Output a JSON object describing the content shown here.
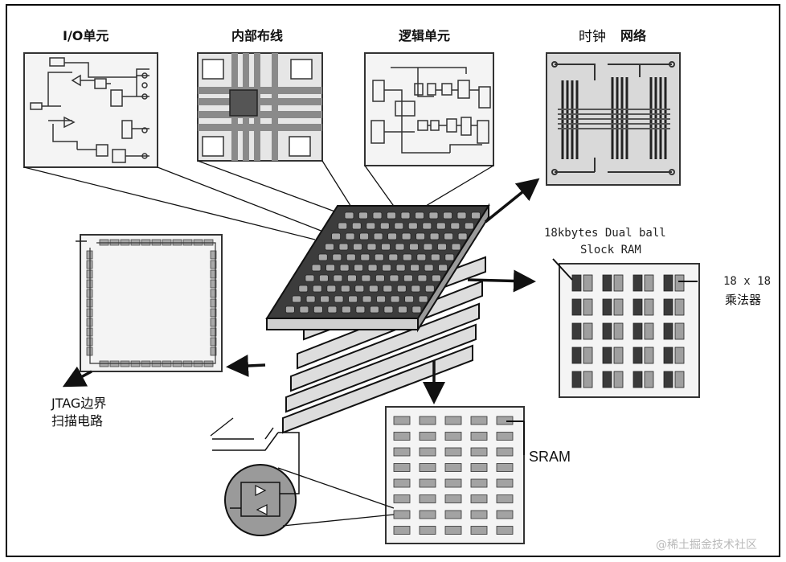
{
  "labels": {
    "io_unit": "I/O单元",
    "internal_routing": "内部布线",
    "logic_unit": "逻辑单元",
    "clock_net_1": "时钟",
    "clock_net_2": "网络",
    "bram_line1": "18kbytes Dual ball",
    "bram_line2": "Slock RAM",
    "mult_line1": "18 x 18",
    "mult_line2": "乘法器",
    "jtag_line1": "JTAG边界",
    "jtag_line2": "扫描电路",
    "sram": "SRAM"
  },
  "watermark": "@稀土掘金技术社区",
  "colors": {
    "ink": "#111111",
    "dark_gray": "#444444",
    "mid_gray": "#8c8c8c",
    "light_gray": "#c8c8c8",
    "panel_bg": "#efefef"
  }
}
